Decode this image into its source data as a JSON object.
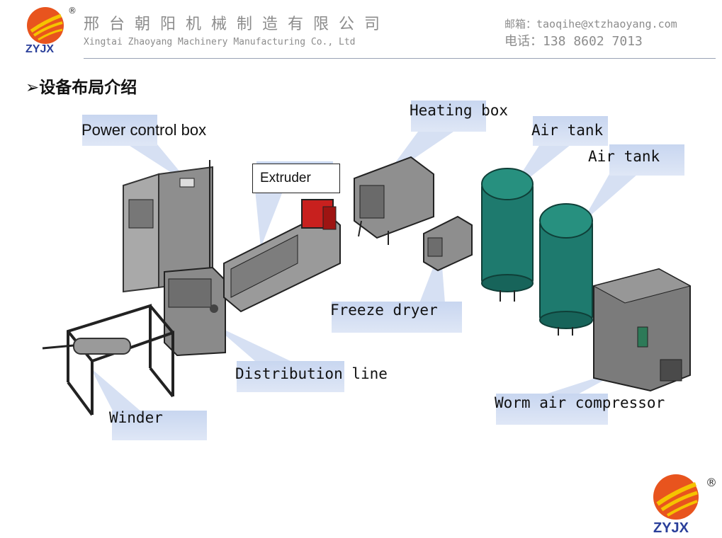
{
  "header": {
    "company_cn": "邢台朝阳机械制造有限公司",
    "company_en": "Xingtai Zhaoyang Machinery Manufacturing Co., Ltd",
    "email": "邮箱：taoqihe@xtzhaoyang.com",
    "phone": "电话：138 8602 7013",
    "logo_text": "ZYJX",
    "registered": "®"
  },
  "section_title": "➢设备布局介绍",
  "labels": {
    "power_control_box": "Power control box",
    "extruder": "Extruder",
    "heating_box": "Heating box",
    "air_tank_1": "Air tank",
    "air_tank_2": "Air tank",
    "freeze_dryer": "Freeze dryer",
    "distribution_line": "Distribution line",
    "winder": "Winder",
    "worm_air_compressor": "Worm air compressor"
  },
  "footer": {
    "logo_text": "ZYJX",
    "registered": "®"
  },
  "colors": {
    "logo_orange": "#e8541e",
    "logo_yellow": "#f5c400",
    "logo_blue": "#2a3f9a",
    "tank_green": "#1e7a6e",
    "callout_blue": "#c8d6f0"
  }
}
